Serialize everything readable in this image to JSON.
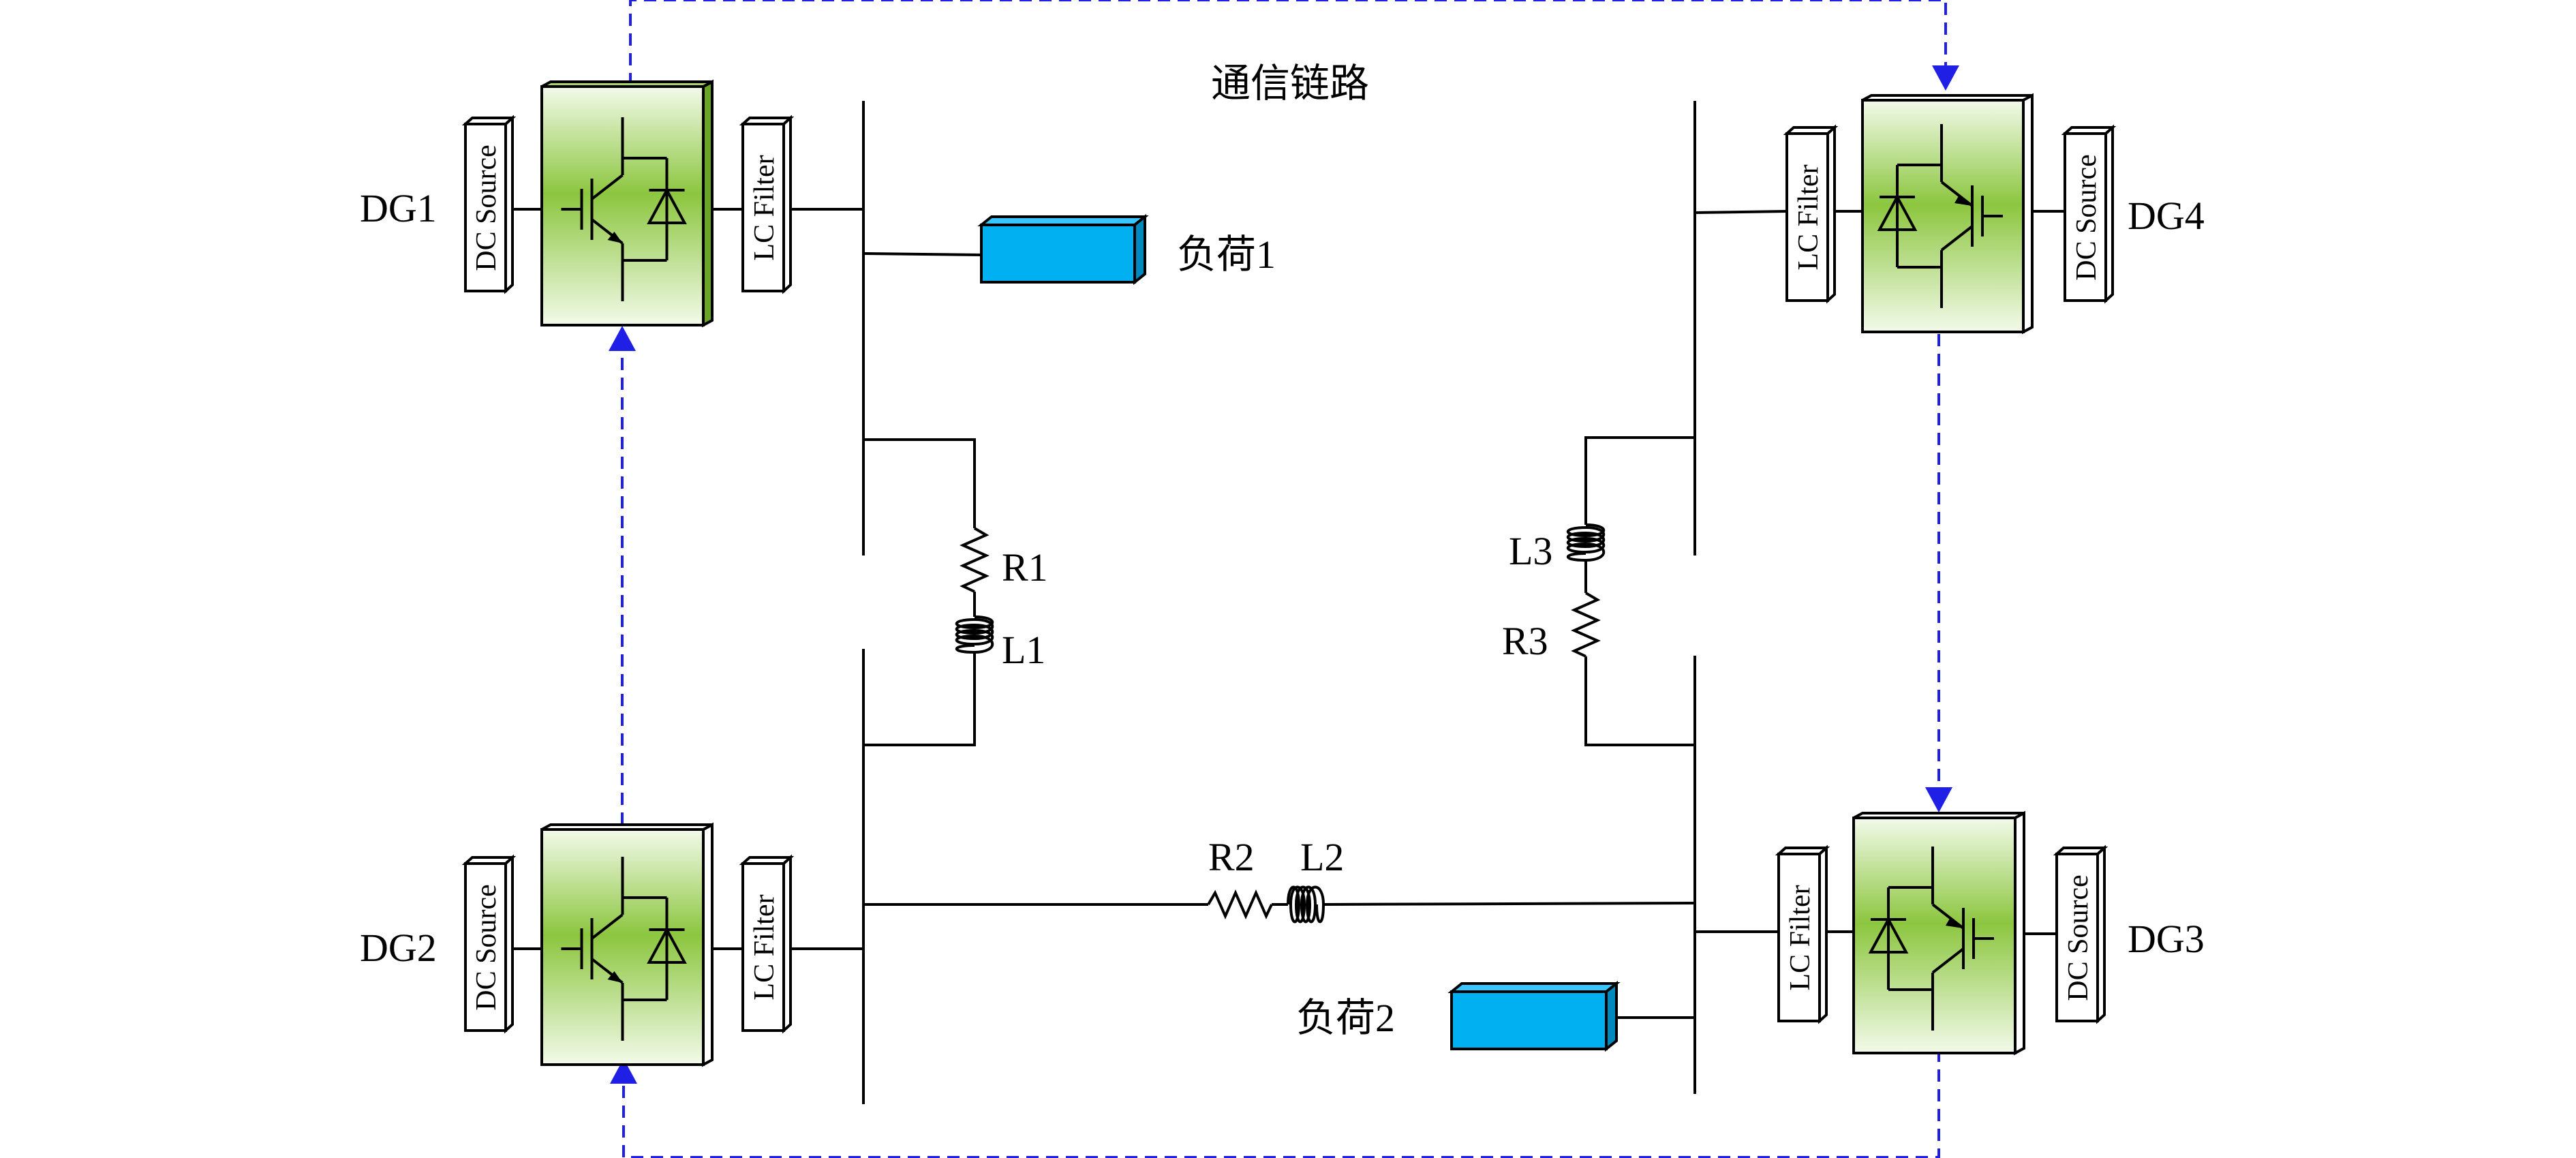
{
  "diagram": {
    "comm_label": "通信链路",
    "generators": [
      {
        "name": "DG1",
        "source": "DC Source",
        "filter": "LC Filter"
      },
      {
        "name": "DG2",
        "source": "DC Source",
        "filter": "LC Filter"
      },
      {
        "name": "DG3",
        "source": "DC Source",
        "filter": "LC Filter"
      },
      {
        "name": "DG4",
        "source": "DC Source",
        "filter": "LC Filter"
      }
    ],
    "loads": [
      {
        "name": "负荷1"
      },
      {
        "name": "负荷2"
      }
    ],
    "line_elements": {
      "r1": "R1",
      "l1": "L1",
      "r2": "R2",
      "l2": "L2",
      "r3": "R3",
      "l3": "L3"
    },
    "colors": {
      "comm_link": "#1f1fe6",
      "converter_green": "#8cc63f",
      "load_blue": "#00b0f0"
    }
  }
}
